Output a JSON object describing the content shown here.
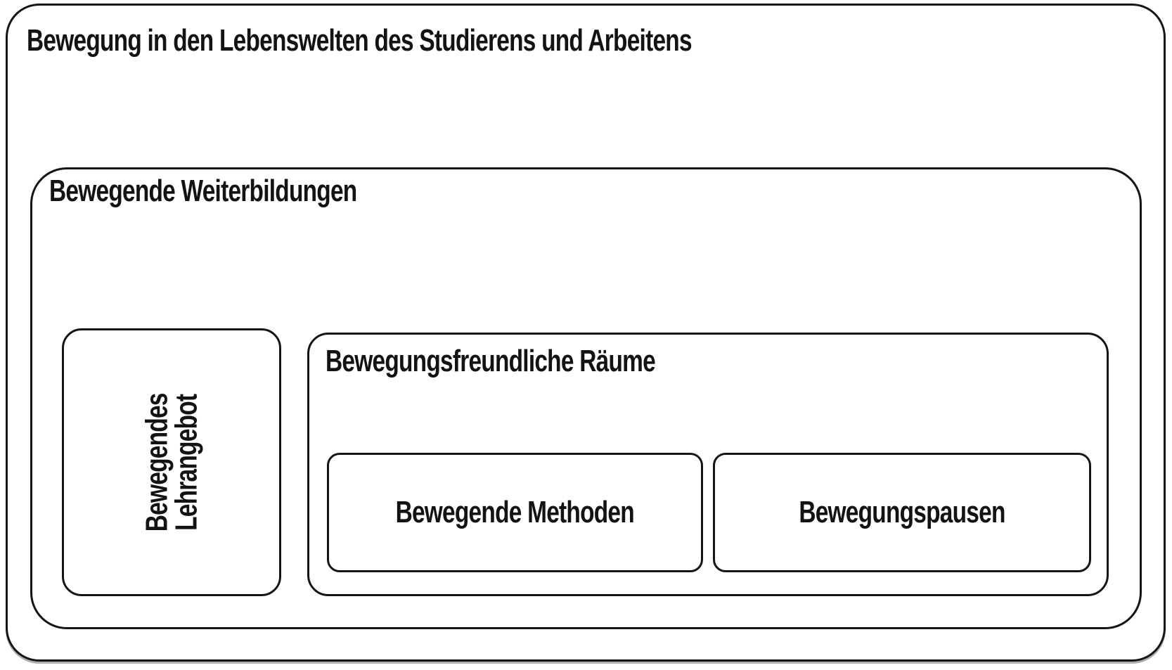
{
  "diagram": {
    "title": "Bewegung in den Lebenswelten des Studierens und Arbeitens",
    "boxes": {
      "outer": {
        "label": "Bewegung in den Lebenswelten des Studierens und Arbeitens"
      },
      "weiterbildungen": {
        "label": "Bewegende Weiterbildungen"
      },
      "lehrangebot": {
        "label_line1": "Bewegendes",
        "label_line2": "Lehrangebot"
      },
      "raeume": {
        "label": "Bewegungsfreundliche Räume"
      },
      "methoden": {
        "label": "Bewegende Methoden"
      },
      "pausen": {
        "label": "Bewegungspausen"
      }
    }
  },
  "colors": {
    "border": "#151515",
    "background": "#ffffff"
  }
}
